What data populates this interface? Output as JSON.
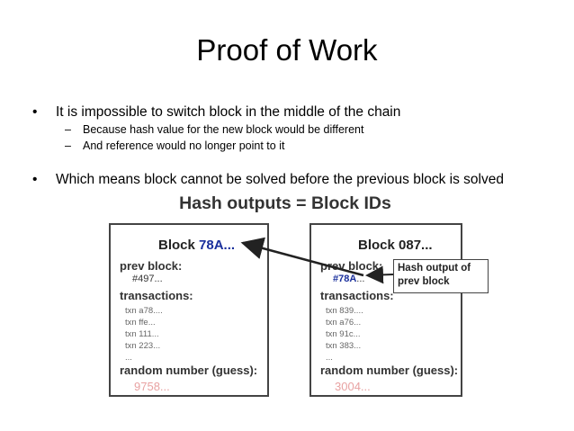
{
  "slide": {
    "title": "Proof of Work",
    "bullets": [
      {
        "text": "It is impossible to switch block in the middle of the chain",
        "subs": [
          "Because hash value for the new block would be different",
          "And reference would no longer point to it"
        ]
      },
      {
        "text": "Which means block cannot be solved before the previous block is solved",
        "subs": []
      }
    ],
    "bullet_symbol": "•",
    "sub_symbol": "–"
  },
  "figure": {
    "title": "Hash outputs = Block IDs",
    "callout": "Hash output of prev block",
    "blocks": [
      {
        "title_prefix": "Block ",
        "title_id": "78A...",
        "prev_label": "prev block:",
        "prev_value": "#497...",
        "prev_value_highlight": "",
        "prev_value_rest": "",
        "transactions_label": "transactions:",
        "transactions": [
          "txn a78....",
          "txn ffe...",
          "txn 111...",
          "txn 223...",
          "..."
        ],
        "random_label": "random number (guess):",
        "random_value": "9758..."
      },
      {
        "title_prefix": "Block 087...",
        "title_id": "",
        "prev_label": "prev block:",
        "prev_value": "",
        "prev_value_highlight": "#78A",
        "prev_value_rest": "...",
        "transactions_label": "transactions:",
        "transactions": [
          "txn 839....",
          "txn a76...",
          "txn 91c...",
          "txn 383...",
          "..."
        ],
        "random_label": "random number (guess):",
        "random_value": "3004..."
      }
    ]
  },
  "colors": {
    "block_id": "#1a2f9c",
    "guess_value": "#e8a2a2",
    "border": "#444444"
  }
}
